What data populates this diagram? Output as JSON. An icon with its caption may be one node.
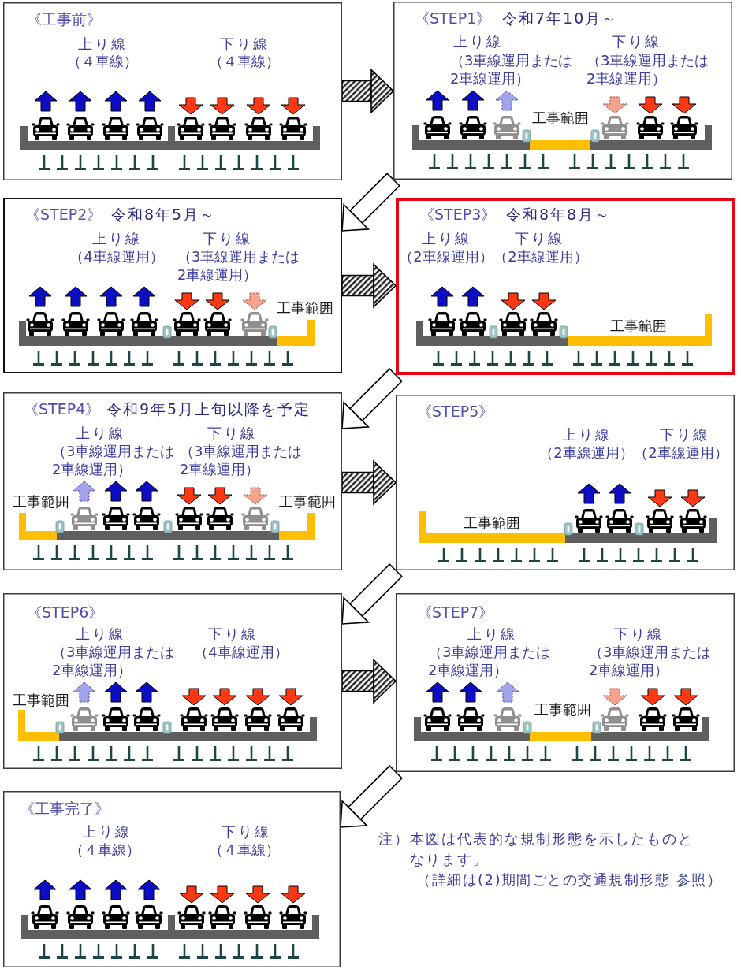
{
  "diagram": {
    "nodes": [
      {
        "text": [
          "《工事前》",
          "上り線",
          "（４車線）",
          "下り線",
          "（４車線）"
        ]
      },
      {
        "text": [
          "《STEP1》",
          "令和7年10月～",
          "上り線",
          "（3車線運用または2車線運用）",
          "下り線",
          "（3車線運用または2車線運用）",
          "工事範囲"
        ]
      },
      {
        "text": [
          "《STEP2》",
          "令和8年5月～",
          "上り線",
          "（4車線運用）",
          "下り線",
          "（3車線運用または2車線運用）",
          "工事範囲"
        ]
      },
      {
        "text": [
          "《STEP3》",
          "令和8年8月～",
          "上り線",
          "（2車線運用）",
          "下り線",
          "（2車線運用）",
          "工事範囲"
        ]
      },
      {
        "text": [
          "《STEP4》",
          "令和9年5月上旬以降を予定",
          "上り線",
          "（3車線運用または2車線運用）",
          "下り線",
          "（3車線運用または2車線運用）",
          "工事範囲",
          "工事範囲"
        ]
      },
      {
        "text": [
          "《STEP5》",
          "上り線",
          "（2車線運用）",
          "下り線",
          "（2車線運用）",
          "工事範囲"
        ]
      },
      {
        "text": [
          "《STEP6》",
          "上り線",
          "（3車線運用または2車線運用）",
          "下り線",
          "（4車線運用）",
          "工事範囲"
        ]
      },
      {
        "text": [
          "《STEP7》",
          "上り線",
          "（3車線運用または2車線運用）",
          "下り線",
          "（3車線運用または2車線運用）",
          "工事範囲"
        ]
      },
      {
        "text": [
          "《工事完了》",
          "上り線",
          "（４車線）",
          "下り線",
          "（４車線）"
        ]
      }
    ],
    "edges": [
      {
        "from": 0,
        "to": 1,
        "arrow": "to",
        "color": "#222222"
      },
      {
        "from": 1,
        "to": 2,
        "arrow": "to"
      },
      {
        "from": 2,
        "to": 3,
        "arrow": "to",
        "color": "#222222"
      },
      {
        "from": 3,
        "to": 4,
        "arrow": "to"
      },
      {
        "from": 4,
        "to": 5,
        "arrow": "to",
        "color": "#222222"
      },
      {
        "from": 5,
        "to": 6,
        "arrow": "to"
      },
      {
        "from": 6,
        "to": 7,
        "arrow": "to",
        "color": "#222222"
      },
      {
        "from": 7,
        "to": 8,
        "arrow": "to"
      }
    ],
    "labels": [
      "注）本図は代表的な規制形態を示したものとなります。",
      "（詳細は(2)期間ごとの交通規制形態 参照）"
    ]
  }
}
